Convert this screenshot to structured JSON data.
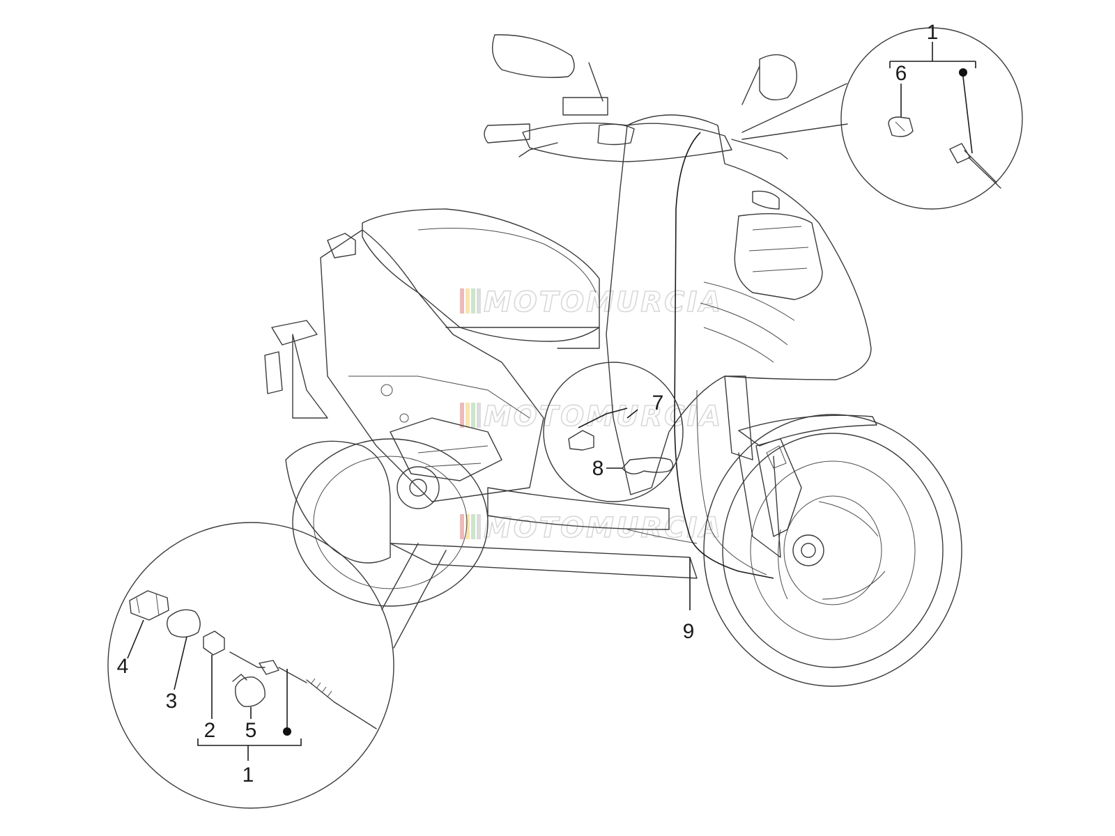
{
  "watermark": {
    "text": "MOTOMURCIA",
    "stripe_colors": [
      "#e08080",
      "#f0d070",
      "#a0d0a0",
      "#c0c0c0"
    ]
  },
  "callouts": {
    "top_group": {
      "number": "1"
    },
    "part_6": {
      "number": "6"
    },
    "part_7": {
      "number": "7"
    },
    "part_8": {
      "number": "8"
    },
    "part_9": {
      "number": "9"
    },
    "part_4": {
      "number": "4"
    },
    "part_3": {
      "number": "3"
    },
    "part_2": {
      "number": "2"
    },
    "part_5": {
      "number": "5"
    },
    "bottom_group": {
      "number": "1"
    }
  }
}
